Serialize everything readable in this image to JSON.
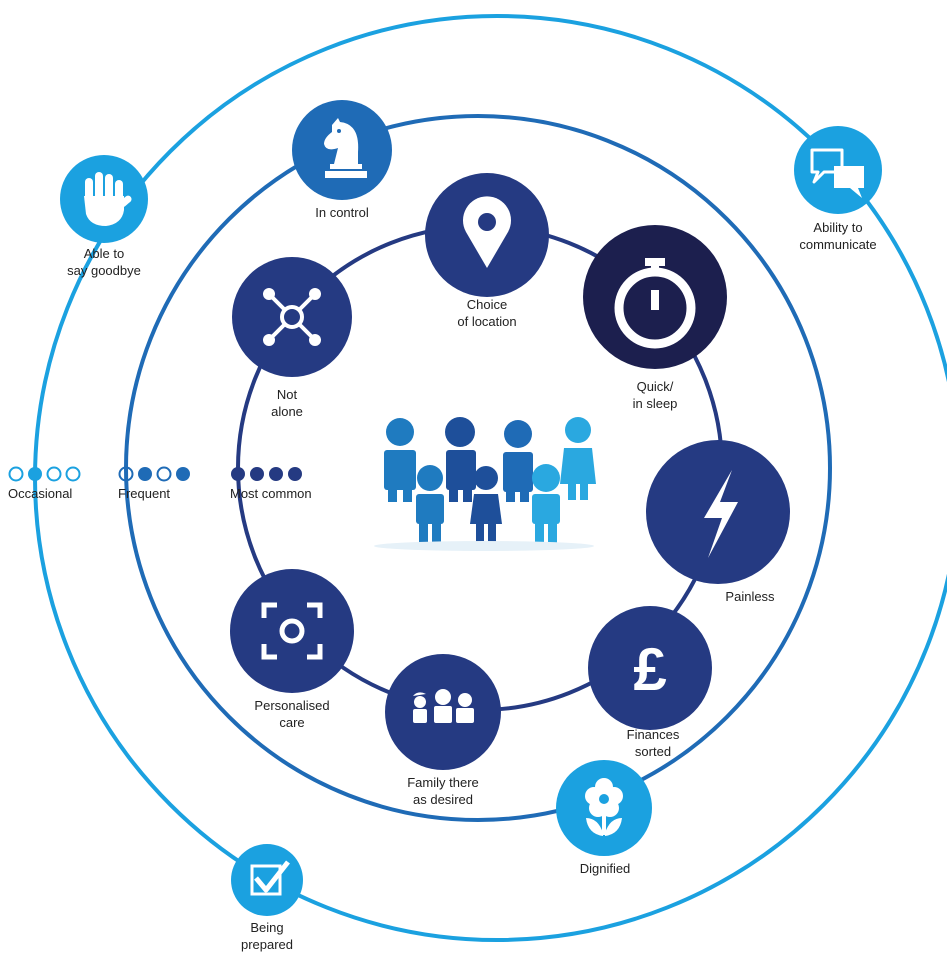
{
  "colors": {
    "occasional": "#1ba1e0",
    "frequent": "#1f6bb6",
    "most_common": "#253a82",
    "highlight": "#1c1f4e",
    "people_light": "#2aa8e0",
    "people_mid": "#1f7bc0",
    "people_dark": "#1e4f9a"
  },
  "items": {
    "in_control": {
      "label": "In control",
      "icon": "chess-knight-icon"
    },
    "choice_location": {
      "label": "Choice\nof location",
      "icon": "location-pin-icon"
    },
    "quick_sleep": {
      "label": "Quick/\nin sleep",
      "icon": "stopwatch-icon"
    },
    "painless": {
      "label": "Painless",
      "icon": "lightning-icon"
    },
    "finances": {
      "label": "Finances\nsorted",
      "icon": "pound-icon"
    },
    "family": {
      "label": "Family there\nas desired",
      "icon": "family-icon"
    },
    "personalised": {
      "label": "Personalised\ncare",
      "icon": "focus-camera-icon"
    },
    "not_alone": {
      "label": "Not\nalone",
      "icon": "network-icon"
    },
    "goodbye": {
      "label": "Able to\nsay goodbye",
      "icon": "hand-icon"
    },
    "communicate": {
      "label": "Ability to\ncommunicate",
      "icon": "speech-bubbles-icon"
    },
    "dignified": {
      "label": "Dignified",
      "icon": "flower-icon"
    },
    "prepared": {
      "label": "Being\nprepared",
      "icon": "checkbox-icon"
    }
  },
  "legend": {
    "occasional": "Occasional",
    "frequent": "Frequent",
    "most_common": "Most common"
  },
  "center_icon": "people-group-icon"
}
